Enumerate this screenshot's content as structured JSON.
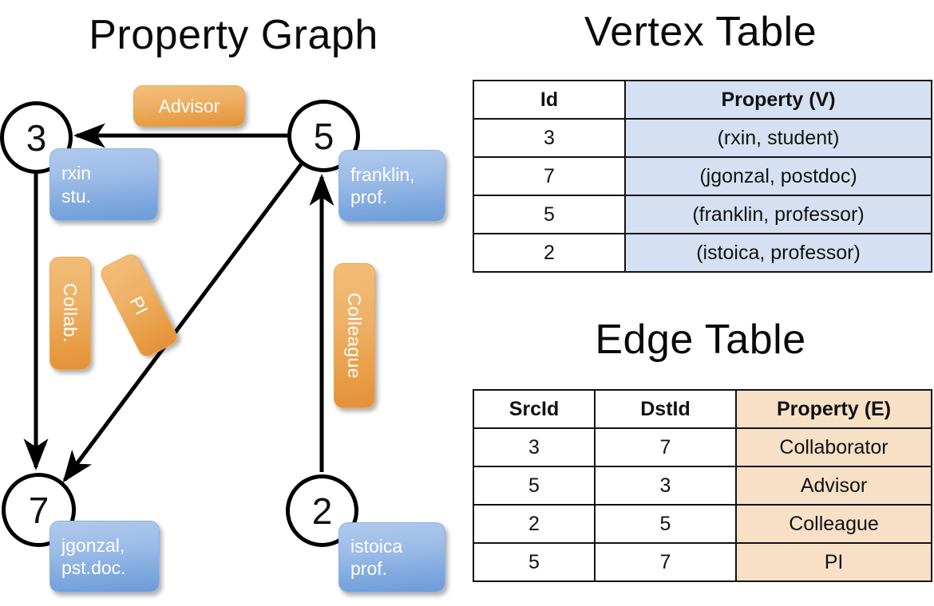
{
  "titles": {
    "property_graph": "Property Graph",
    "vertex_table": "Vertex Table",
    "edge_table": "Edge Table"
  },
  "graph": {
    "nodes": [
      {
        "id": "3",
        "property": "rxin\nstu."
      },
      {
        "id": "5",
        "property": "franklin,\nprof."
      },
      {
        "id": "7",
        "property": "jgonzal,\npst.doc."
      },
      {
        "id": "2",
        "property": "istoica\nprof."
      }
    ],
    "node_labels": {
      "n3": "3",
      "n5": "5",
      "n7": "7",
      "n2": "2"
    },
    "property_chips": {
      "rxin_line1": "rxin",
      "rxin_line2": "stu.",
      "franklin_line1": "franklin,",
      "franklin_line2": "prof.",
      "jgonzal_line1": "jgonzal,",
      "jgonzal_line2": "pst.doc.",
      "istoica_line1": "istoica",
      "istoica_line2": "prof."
    },
    "edge_chips": {
      "advisor": "Advisor",
      "collab": "Collab.",
      "pi": "PI",
      "colleague": "Colleague"
    }
  },
  "vertex_table": {
    "headers": [
      "Id",
      "Property (V)"
    ],
    "rows": [
      {
        "id": "3",
        "property": "(rxin, student)"
      },
      {
        "id": "7",
        "property": "(jgonzal, postdoc)"
      },
      {
        "id": "5",
        "property": "(franklin, professor)"
      },
      {
        "id": "2",
        "property": "(istoica, professor)"
      }
    ]
  },
  "edge_table": {
    "headers": [
      "SrcId",
      "DstId",
      "Property (E)"
    ],
    "rows": [
      {
        "src": "3",
        "dst": "7",
        "property": "Collaborator"
      },
      {
        "src": "5",
        "dst": "3",
        "property": "Advisor"
      },
      {
        "src": "2",
        "dst": "5",
        "property": "Colleague"
      },
      {
        "src": "5",
        "dst": "7",
        "property": "PI"
      }
    ]
  },
  "colors": {
    "vertex_property_fill": "#d5e0f2",
    "edge_property_fill": "#f8e0c6",
    "chip_blue": "#7ba6dd",
    "chip_orange": "#e79b42",
    "stroke": "#111111",
    "background": "#ffffff"
  }
}
